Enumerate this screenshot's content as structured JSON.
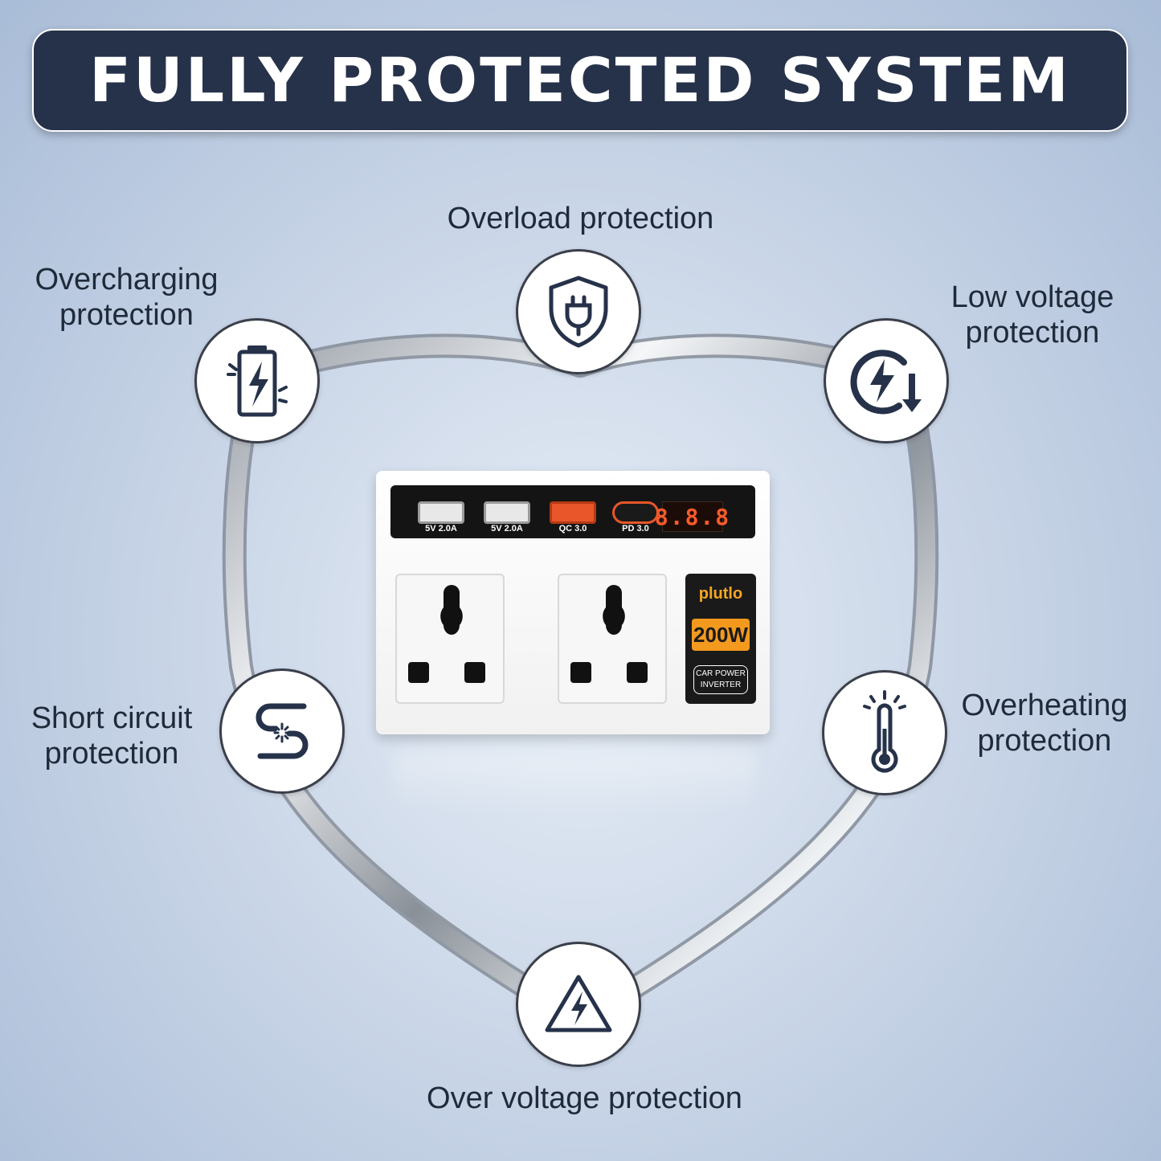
{
  "banner": {
    "title": "FULLY PROTECTED SYSTEM"
  },
  "features": {
    "overload": {
      "label": "Overload protection",
      "icon": "shield-plug-icon"
    },
    "overcharging": {
      "line1": "Overcharging",
      "line2": "protection",
      "icon": "damaged-battery-icon"
    },
    "low_voltage": {
      "line1": "Low voltage",
      "line2": "protection",
      "icon": "lightning-refresh-icon"
    },
    "short_circuit": {
      "line1": "Short circuit",
      "line2": "protection",
      "icon": "short-circuit-wire-icon"
    },
    "overheating": {
      "line1": "Overheating",
      "line2": "protection",
      "icon": "thermometer-icon"
    },
    "over_voltage": {
      "label": "Over voltage protection",
      "icon": "warning-lightning-icon"
    }
  },
  "product": {
    "ports": [
      {
        "label": "5V 2.0A"
      },
      {
        "label": "5V 2.0A"
      },
      {
        "label": "QC 3.0"
      },
      {
        "label": "PD 3.0"
      }
    ],
    "display": "8.8.8",
    "brand": "plutlo",
    "wattage": "200W",
    "type_line1": "CAR POWER",
    "type_line2": "INVERTER"
  },
  "colors": {
    "banner_bg": "#26324a",
    "icon_navy": "#26324a",
    "accent_orange": "#f39a1e",
    "usb_c_orange": "#e8562a"
  }
}
